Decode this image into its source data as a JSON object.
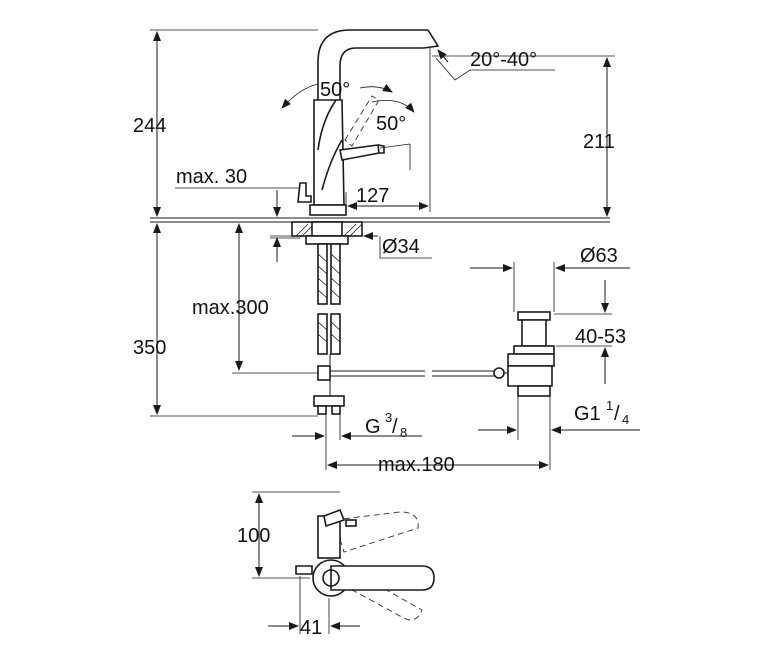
{
  "labels": {
    "height_total": "244",
    "height_spout": "211",
    "rotation_spout": "20°-40°",
    "rotation_top": "50°",
    "rotation_side": "50°",
    "max_deck": "max. 30",
    "reach": "127",
    "hole_diameter": "Ø34",
    "drain_diameter": "Ø63",
    "drain_range": "40-53",
    "under_height": "350",
    "max_hose": "max.300",
    "connection_prefix": "G",
    "connection_num": "3",
    "connection_den": "8",
    "drain_thread_prefix": "G1",
    "drain_thread_num": "1",
    "drain_thread_den": "4",
    "max_rod": "max.180",
    "top_depth": "100",
    "top_width": "41"
  },
  "colors": {
    "line": "#1a1a1a",
    "background": "#ffffff"
  }
}
